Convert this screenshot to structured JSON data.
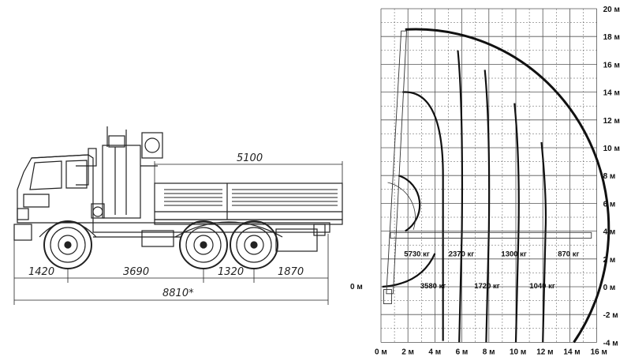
{
  "truck": {
    "dimensions": {
      "body_length": "5100",
      "front_overhang": "1420",
      "wheelbase_front": "3690",
      "axle_spacing": "1320",
      "rear_overhang": "1870",
      "overall_length": "8810*"
    }
  },
  "load_chart": {
    "x_axis": {
      "unit": "м",
      "ticks": [
        0,
        2,
        4,
        6,
        8,
        10,
        12,
        14,
        16
      ],
      "range": [
        0,
        16
      ]
    },
    "y_axis": {
      "unit": "м",
      "ticks": [
        -4,
        -2,
        0,
        2,
        4,
        6,
        8,
        10,
        12,
        14,
        16,
        18,
        20
      ],
      "range": [
        -4,
        20
      ]
    },
    "zero_marker": "0 м",
    "load_labels_upper": [
      {
        "text": "5730 кг",
        "x": 3.0
      },
      {
        "text": "2370 кг",
        "x": 6.3
      },
      {
        "text": "1300 кг",
        "x": 10.2
      },
      {
        "text": "870 кг",
        "x": 14.4
      }
    ],
    "load_labels_lower": [
      {
        "text": "3580 кг",
        "x": 4.2
      },
      {
        "text": "1720 кг",
        "x": 8.2
      },
      {
        "text": "1040 кг",
        "x": 12.3
      }
    ],
    "envelope_radii_m": [
      2.2,
      4.6,
      6.0,
      8.0,
      10.2,
      12.2,
      14.3
    ]
  }
}
